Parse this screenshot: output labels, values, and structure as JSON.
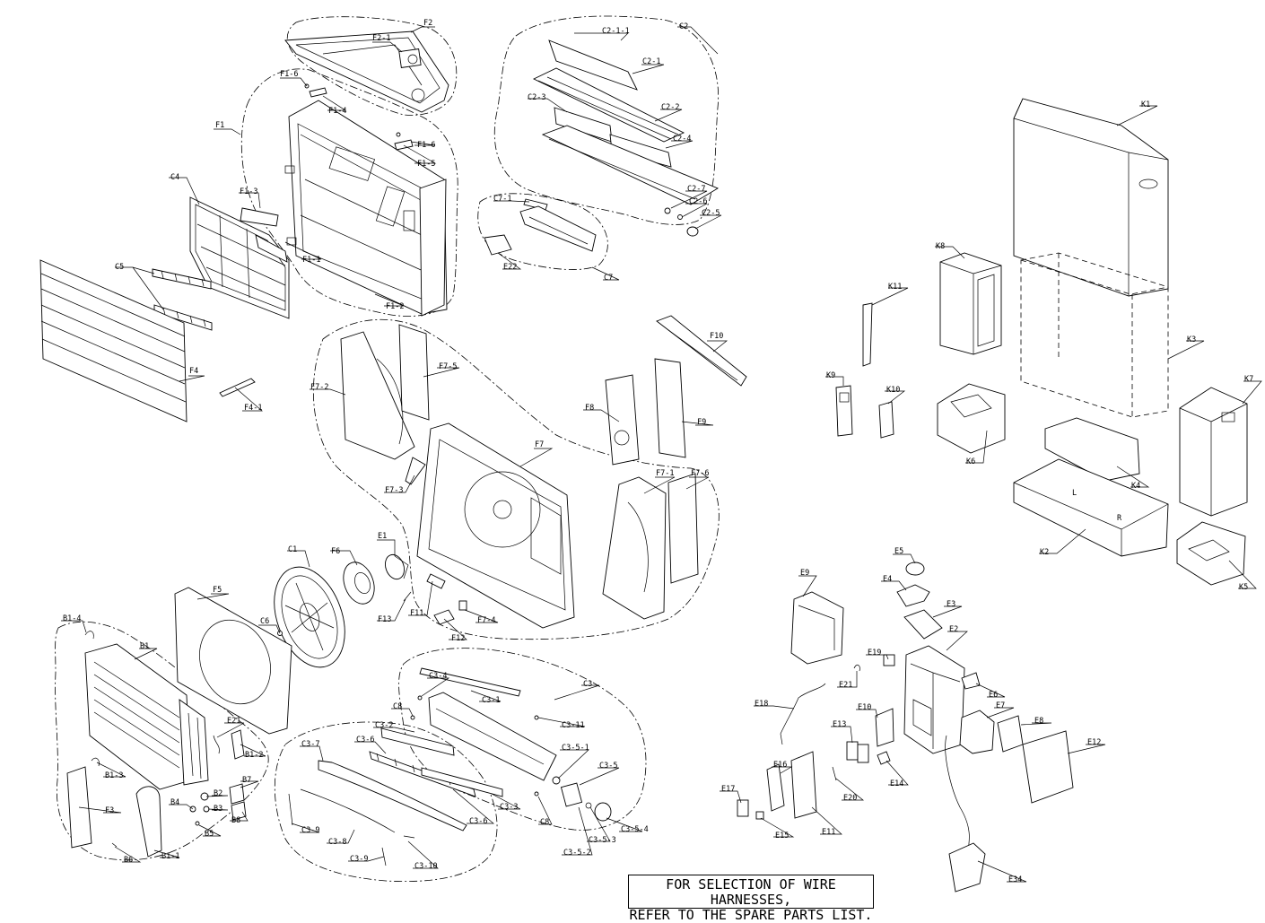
{
  "note": {
    "line1": "FOR SELECTION OF WIRE HARNESSES,",
    "line2": "REFER TO THE SPARE PARTS LIST."
  },
  "labels": {
    "F2": "F2",
    "F2_1": "F2-1",
    "F1_6a": "F1-6",
    "F1_4": "F1-4",
    "F1": "F1",
    "F1_6b": "F1-6",
    "F1_5": "F1-5",
    "C4": "C4",
    "F1_3": "F1-3",
    "F1_1": "F1-1",
    "F1_2": "F1-2",
    "C5": "C5",
    "F4": "F4",
    "F4_1": "F4-1",
    "C2": "C2",
    "C2_1_1": "C2-1-1",
    "C2_1": "C2-1",
    "C2_3": "C2-3",
    "C2_2": "C2-2",
    "C2_4": "C2-4",
    "C2_7": "C2-7",
    "C2_6": "C2-6",
    "C2_5": "C2-5",
    "C7_1": "C7-1",
    "E22": "E22",
    "C7": "C7",
    "K1": "K1",
    "K8": "K8",
    "K11": "K11",
    "K3": "K3",
    "K9": "K9",
    "K10": "K10",
    "K6": "K6",
    "K7": "K7",
    "K4": "K4",
    "K2": "K2",
    "K5": "K5",
    "F10": "F10",
    "F7_2": "F7-2",
    "F7_5": "F7-5",
    "F8": "F8",
    "F9": "F9",
    "F7": "F7",
    "F7_3": "F7-3",
    "F7_1": "F7-1",
    "F7_6": "F7-6",
    "E1": "E1",
    "F6": "F6",
    "C1": "C1",
    "F5": "F5",
    "C6": "C6",
    "F13": "F13",
    "F11": "F11",
    "F12": "F12",
    "F7_4": "F7-4",
    "B1_4": "B1-4",
    "B1": "B1",
    "E21a": "E21",
    "B1_2": "B1-2",
    "B1_3": "B1-3",
    "F3": "F3",
    "B7": "B7",
    "B4": "B4",
    "B2": "B2",
    "B3": "B3",
    "B8": "B8",
    "B5": "B5",
    "B6": "B6",
    "B1_1": "B1-1",
    "C3": "C3",
    "C3_4": "C3-4",
    "C3_1": "C3-1",
    "C8a": "C8",
    "C3_2": "C3-2",
    "C3_11": "C3-11",
    "C3_7": "C3-7",
    "C3_6a": "C3-6",
    "C3_5_1": "C3-5-1",
    "C3_5": "C3-5",
    "C3_3": "C3-3",
    "C3_6b": "C3-6",
    "C8b": "C8",
    "C3_5_4": "C3-5-4",
    "C3_5_3": "C3-5-3",
    "C3_5_2": "C3-5-2",
    "C3_9a": "C3-9",
    "C3_8": "C3-8",
    "C3_9b": "C3-9",
    "C3_10": "C3-10",
    "E5": "E5",
    "E9": "E9",
    "E4": "E4",
    "E3": "E3",
    "E2": "E2",
    "E19": "E19",
    "E21b": "E21",
    "E6": "E6",
    "E18": "E18",
    "E10": "E10",
    "E7": "E7",
    "E8": "E8",
    "E13": "E13",
    "E12": "E12",
    "E16": "E16",
    "E14": "E14",
    "E20": "E20",
    "E17": "E17",
    "E11": "E11",
    "E15": "E15",
    "E34": "E34"
  }
}
